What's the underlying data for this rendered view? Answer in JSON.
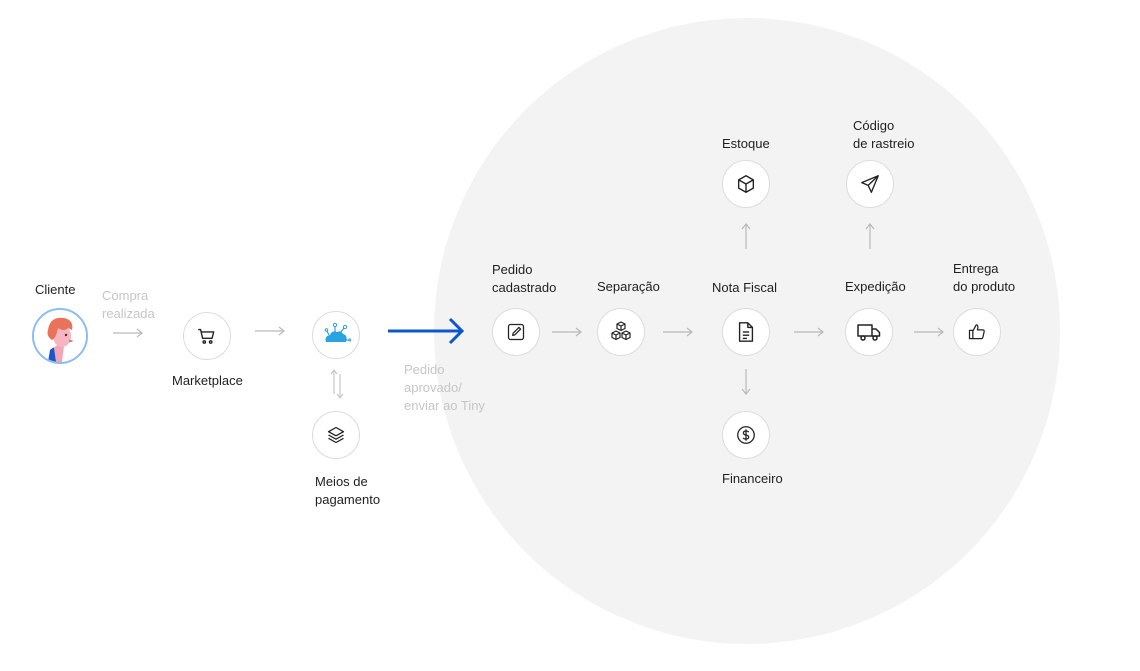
{
  "cliente": {
    "label": "Cliente"
  },
  "compra": {
    "line1": "Compra",
    "line2": "realizada"
  },
  "marketplace": {
    "label": "Marketplace"
  },
  "meios": {
    "line1": "Meios de",
    "line2": "pagamento"
  },
  "pedido_aprovado": {
    "line1": "Pedido",
    "line2": "aprovado/",
    "line3": "enviar ao Tiny"
  },
  "pedido_cadastrado": {
    "line1": "Pedido",
    "line2": "cadastrado"
  },
  "separacao": {
    "label": "Separação"
  },
  "nota_fiscal": {
    "label": "Nota Fiscal"
  },
  "estoque": {
    "label": "Estoque"
  },
  "financeiro": {
    "label": "Financeiro"
  },
  "codigo": {
    "line1": "Código",
    "line2": "de rastreio"
  },
  "expedicao": {
    "label": "Expedição"
  },
  "entrega": {
    "line1": "Entrega",
    "line2": "do produto"
  },
  "colors": {
    "accent": "#0b57d0",
    "arrow_grey": "#b9b9b9",
    "circle_bg": "#f3f3f3",
    "avatar_ring": "#8bbcf2"
  },
  "icons": [
    "user-avatar-icon",
    "cart-icon",
    "integration-cloud-icon",
    "layers-icon",
    "edit-icon",
    "boxes-icon",
    "document-icon",
    "box-icon",
    "dollar-icon",
    "send-icon",
    "truck-icon",
    "thumbs-up-icon"
  ]
}
